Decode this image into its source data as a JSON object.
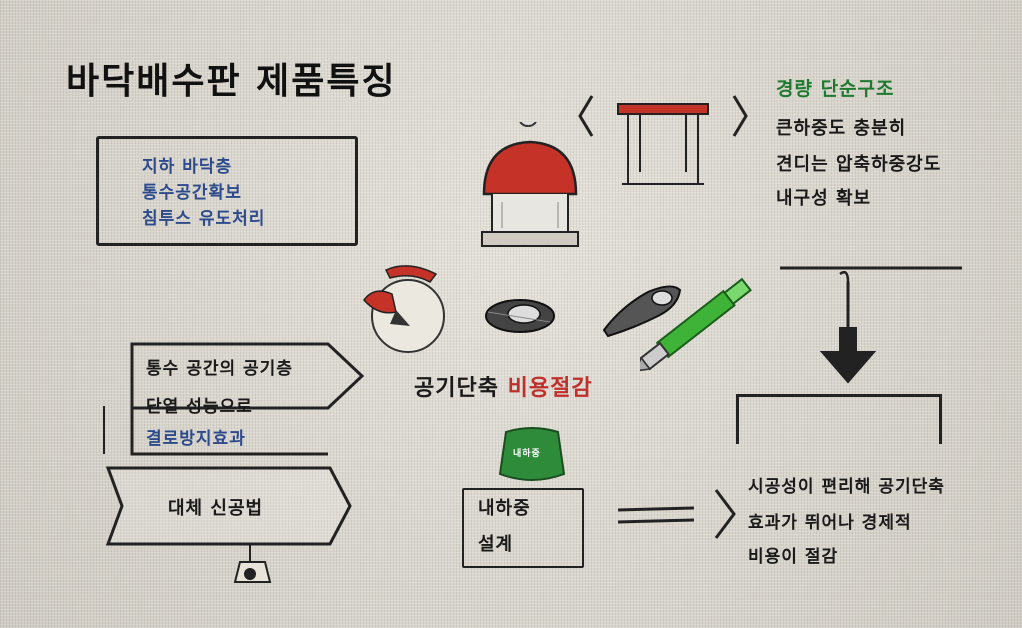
{
  "title": "바닥배수판 제품특징",
  "top_left_box": {
    "lines": [
      "지하 바닥층",
      "통수공간확보",
      "침투스 유도처리"
    ]
  },
  "air_layer": {
    "lines": [
      "통수 공간의 공기층",
      "단열 성능으로"
    ],
    "highlight": "결로방지효과"
  },
  "construction_sign": "대체 신공법",
  "center_caption": {
    "prefix": "공기단축",
    "highlight": "비용절감"
  },
  "light_structure": {
    "heading": "경량 단순구조",
    "lines": [
      "큰하중도 충분히",
      "견디는 압축하중강도",
      "내구성 확보"
    ]
  },
  "resist_box": {
    "lines": [
      "내하중",
      "설계"
    ],
    "badge": "내하중"
  },
  "bottom_right": {
    "lines": [
      "시공성이 편리해 공기단축",
      "효과가 뛰어나 경제적",
      "비용이 절감"
    ]
  },
  "colors": {
    "red_accent": "#c0302a",
    "green_accent": "#1e7a2e",
    "blue_text": "#2c4a8c",
    "pen_green": "#3fb337"
  }
}
